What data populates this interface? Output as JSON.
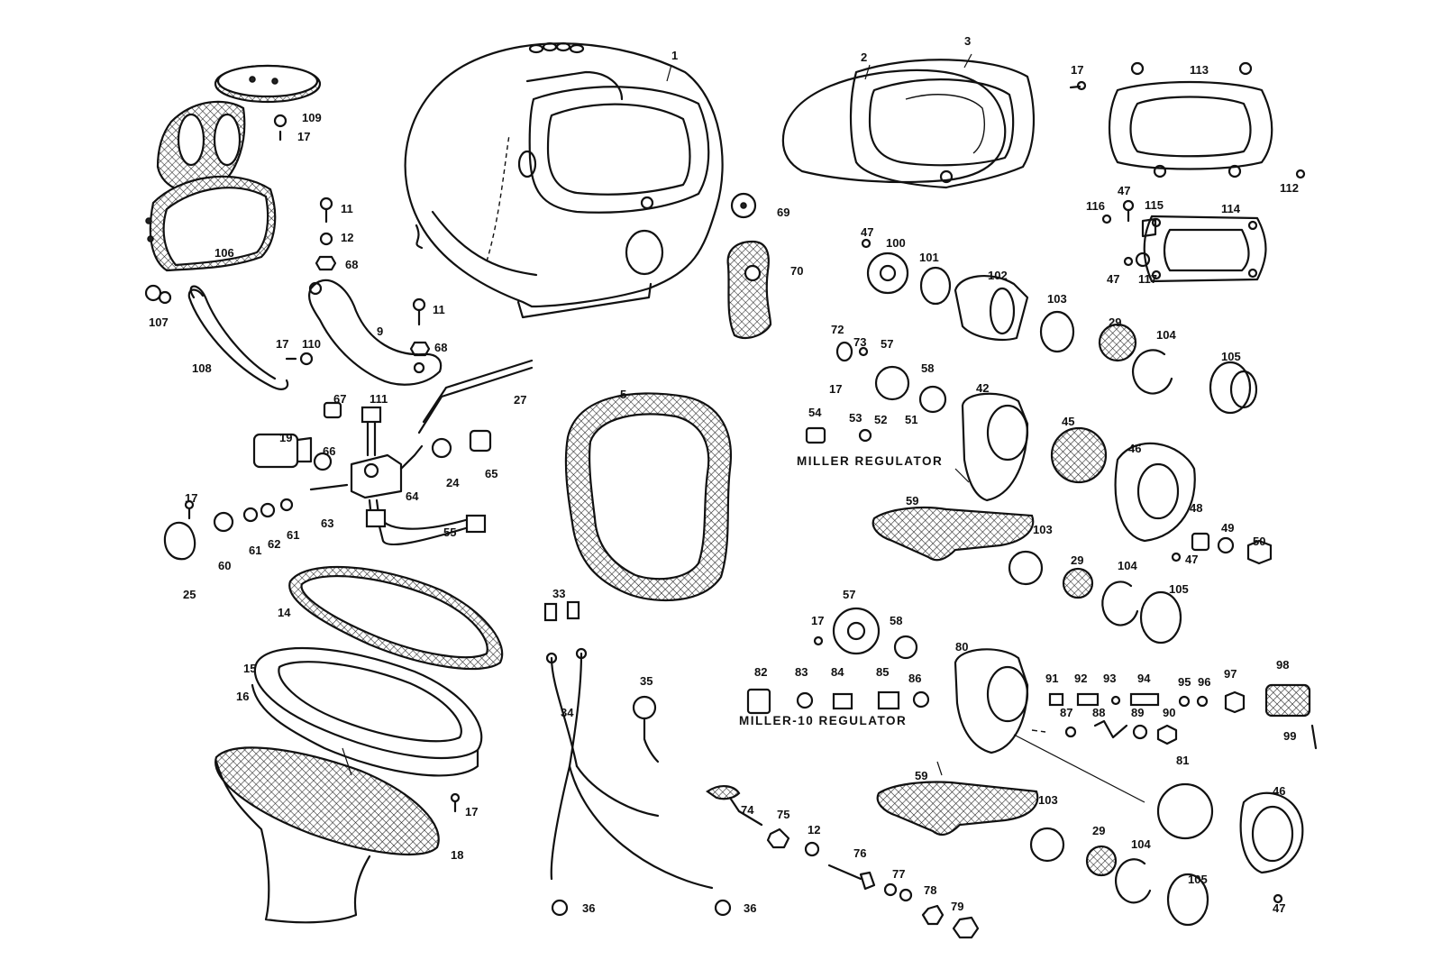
{
  "captions": {
    "miller_regulator": "MILLER REGULATOR",
    "miller_10_regulator": "MILLER-10 REGULATOR"
  },
  "labels": [
    "1",
    "2",
    "3",
    "17",
    "113",
    "109",
    "17",
    "11",
    "12",
    "68",
    "106",
    "69",
    "70",
    "47",
    "100",
    "101",
    "102",
    "103",
    "29",
    "104",
    "105",
    "116",
    "47",
    "115",
    "114",
    "112",
    "47",
    "117",
    "107",
    "108",
    "17",
    "110",
    "9",
    "11",
    "68",
    "72",
    "73",
    "57",
    "58",
    "17",
    "42",
    "54",
    "53",
    "52",
    "51",
    "45",
    "46",
    "48",
    "49",
    "50",
    "47",
    "67",
    "111",
    "19",
    "66",
    "24",
    "65",
    "27",
    "5",
    "64",
    "17",
    "61",
    "62",
    "61",
    "63",
    "60",
    "25",
    "55",
    "59",
    "103",
    "29",
    "104",
    "105",
    "33",
    "14",
    "57",
    "58",
    "17",
    "80",
    "82",
    "83",
    "84",
    "85",
    "86",
    "91",
    "92",
    "93",
    "94",
    "95",
    "96",
    "97",
    "98",
    "99",
    "15",
    "16",
    "34",
    "35",
    "87",
    "88",
    "89",
    "90",
    "81",
    "46",
    "59",
    "103",
    "29",
    "104",
    "105",
    "74",
    "75",
    "12",
    "76",
    "77",
    "78",
    "79",
    "36",
    "36",
    "17",
    "18",
    "47"
  ]
}
